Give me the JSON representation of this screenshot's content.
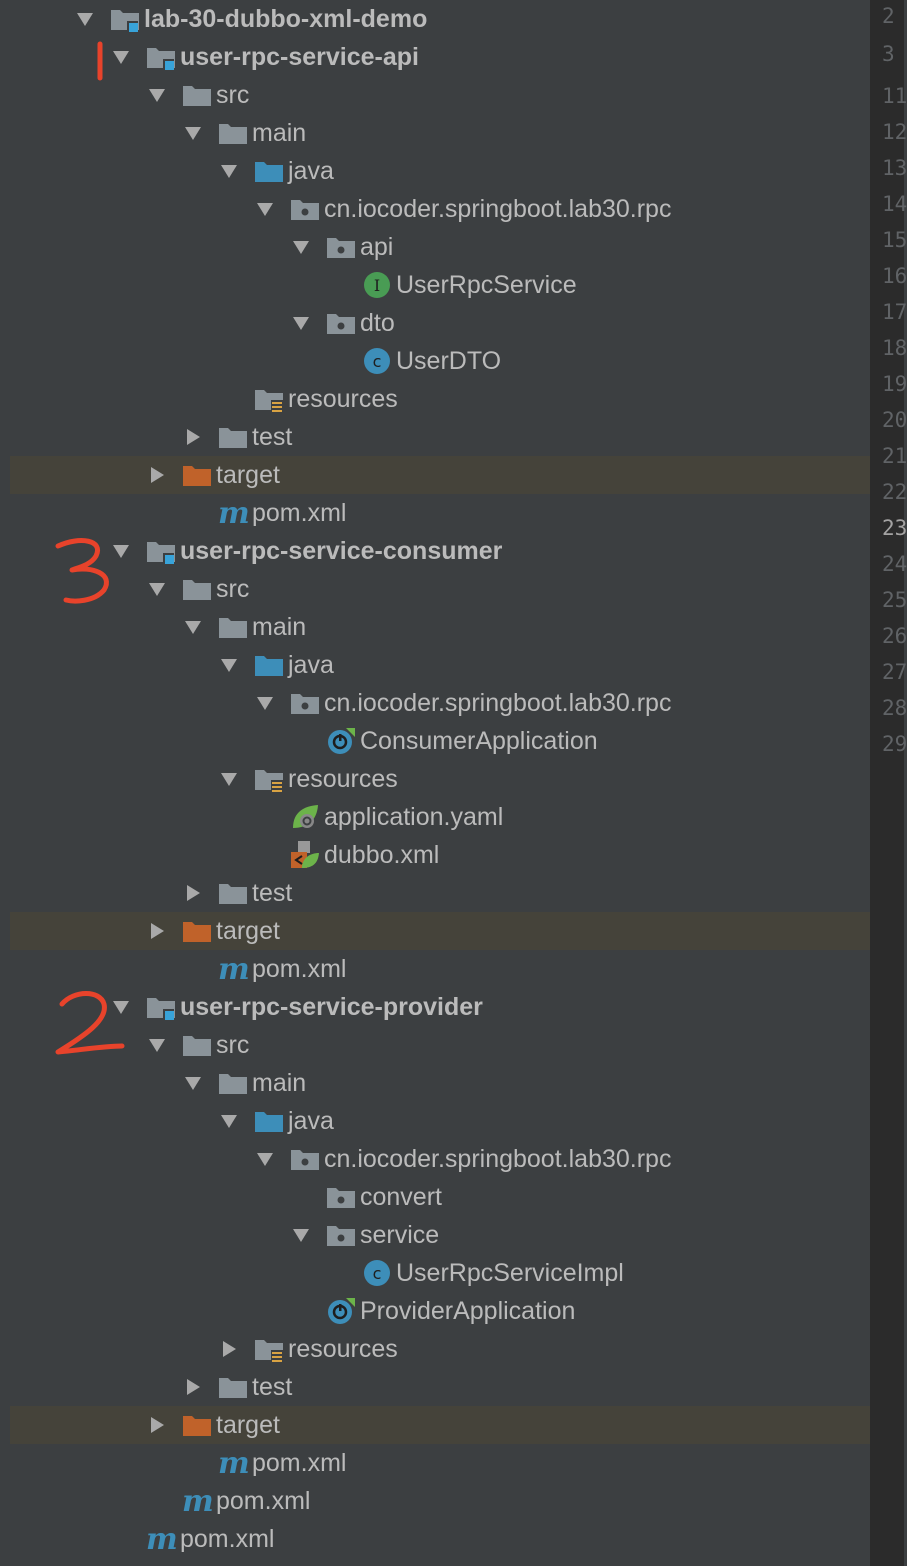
{
  "tree": [
    {
      "label": "lab-30-dubbo-xml-demo",
      "depth": 0,
      "arrow": "down",
      "icon": "module-folder-icon",
      "bold": true
    },
    {
      "label": "user-rpc-service-api",
      "depth": 1,
      "arrow": "down",
      "icon": "module-folder-icon",
      "bold": true
    },
    {
      "label": "src",
      "depth": 2,
      "arrow": "down",
      "icon": "folder-icon"
    },
    {
      "label": "main",
      "depth": 3,
      "arrow": "down",
      "icon": "folder-icon"
    },
    {
      "label": "java",
      "depth": 4,
      "arrow": "down",
      "icon": "source-folder-icon"
    },
    {
      "label": "cn.iocoder.springboot.lab30.rpc",
      "depth": 5,
      "arrow": "down",
      "icon": "package-icon"
    },
    {
      "label": "api",
      "depth": 6,
      "arrow": "down",
      "icon": "package-icon"
    },
    {
      "label": "UserRpcService",
      "depth": 7,
      "arrow": "none",
      "icon": "interface-icon"
    },
    {
      "label": "dto",
      "depth": 6,
      "arrow": "down",
      "icon": "package-icon"
    },
    {
      "label": "UserDTO",
      "depth": 7,
      "arrow": "none",
      "icon": "class-icon"
    },
    {
      "label": "resources",
      "depth": 4,
      "arrow": "none",
      "icon": "resources-folder-icon"
    },
    {
      "label": "test",
      "depth": 3,
      "arrow": "right",
      "icon": "folder-icon"
    },
    {
      "label": "target",
      "depth": 2,
      "arrow": "right",
      "icon": "excluded-folder-icon",
      "highlight": true
    },
    {
      "label": "pom.xml",
      "depth": 3,
      "arrow": "none",
      "icon": "maven-icon"
    },
    {
      "label": "user-rpc-service-consumer",
      "depth": 1,
      "arrow": "down",
      "icon": "module-folder-icon",
      "bold": true
    },
    {
      "label": "src",
      "depth": 2,
      "arrow": "down",
      "icon": "folder-icon"
    },
    {
      "label": "main",
      "depth": 3,
      "arrow": "down",
      "icon": "folder-icon"
    },
    {
      "label": "java",
      "depth": 4,
      "arrow": "down",
      "icon": "source-folder-icon"
    },
    {
      "label": "cn.iocoder.springboot.lab30.rpc",
      "depth": 5,
      "arrow": "down",
      "icon": "package-icon"
    },
    {
      "label": "ConsumerApplication",
      "depth": 6,
      "arrow": "none",
      "icon": "spring-boot-class-icon"
    },
    {
      "label": "resources",
      "depth": 4,
      "arrow": "down",
      "icon": "resources-folder-icon"
    },
    {
      "label": "application.yaml",
      "depth": 5,
      "arrow": "none",
      "icon": "spring-yaml-icon"
    },
    {
      "label": "dubbo.xml",
      "depth": 5,
      "arrow": "none",
      "icon": "spring-xml-icon"
    },
    {
      "label": "test",
      "depth": 3,
      "arrow": "right",
      "icon": "folder-icon"
    },
    {
      "label": "target",
      "depth": 2,
      "arrow": "right",
      "icon": "excluded-folder-icon",
      "highlight": true
    },
    {
      "label": "pom.xml",
      "depth": 3,
      "arrow": "none",
      "icon": "maven-icon"
    },
    {
      "label": "user-rpc-service-provider",
      "depth": 1,
      "arrow": "down",
      "icon": "module-folder-icon",
      "bold": true
    },
    {
      "label": "src",
      "depth": 2,
      "arrow": "down",
      "icon": "folder-icon"
    },
    {
      "label": "main",
      "depth": 3,
      "arrow": "down",
      "icon": "folder-icon"
    },
    {
      "label": "java",
      "depth": 4,
      "arrow": "down",
      "icon": "source-folder-icon"
    },
    {
      "label": "cn.iocoder.springboot.lab30.rpc",
      "depth": 5,
      "arrow": "down",
      "icon": "package-icon"
    },
    {
      "label": "convert",
      "depth": 6,
      "arrow": "none",
      "icon": "package-icon"
    },
    {
      "label": "service",
      "depth": 6,
      "arrow": "down",
      "icon": "package-icon"
    },
    {
      "label": "UserRpcServiceImpl",
      "depth": 7,
      "arrow": "none",
      "icon": "class-icon"
    },
    {
      "label": "ProviderApplication",
      "depth": 6,
      "arrow": "none",
      "icon": "spring-boot-class-icon"
    },
    {
      "label": "resources",
      "depth": 4,
      "arrow": "right",
      "icon": "resources-folder-icon"
    },
    {
      "label": "test",
      "depth": 3,
      "arrow": "right",
      "icon": "folder-icon"
    },
    {
      "label": "target",
      "depth": 2,
      "arrow": "right",
      "icon": "excluded-folder-icon",
      "highlight": true
    },
    {
      "label": "pom.xml",
      "depth": 3,
      "arrow": "none",
      "icon": "maven-icon"
    },
    {
      "label": "pom.xml",
      "depth": 2,
      "arrow": "none",
      "icon": "maven-icon"
    },
    {
      "label": "pom.xml",
      "depth": 1,
      "arrow": "none",
      "icon": "maven-icon"
    }
  ],
  "gutter": {
    "lines": [
      "2",
      "3",
      "11",
      "12",
      "13",
      "14",
      "15",
      "16",
      "17",
      "18",
      "19",
      "20",
      "21",
      "22",
      "23",
      "24",
      "25",
      "26",
      "27",
      "28",
      "29"
    ],
    "current": "23"
  },
  "annotations": [
    {
      "text": "1",
      "color": "#e8432b"
    },
    {
      "text": "3",
      "color": "#e8432b"
    },
    {
      "text": "2",
      "color": "#e8432b"
    }
  ],
  "colors": {
    "background": "#3c3f41",
    "highlight_row": "#45433a",
    "text": "#bbbbbb",
    "folder": "#8a9399",
    "source_folder": "#3d8eb9",
    "excluded_folder": "#c0622a",
    "maven": "#3d8eb9",
    "interface": "#499c54",
    "class": "#3d8eb9",
    "annotation_ink": "#e8432b"
  }
}
